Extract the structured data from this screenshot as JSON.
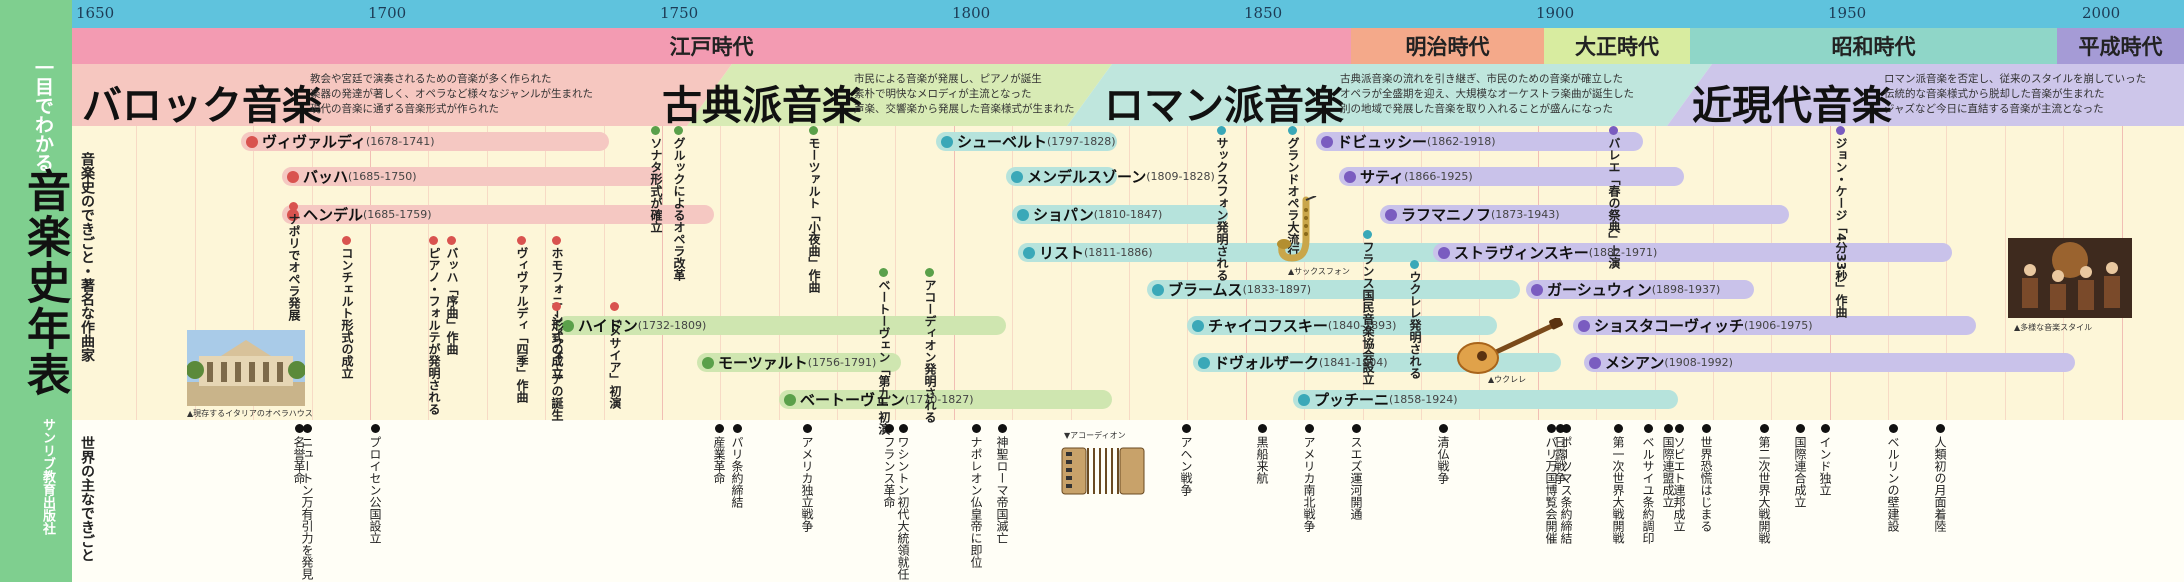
{
  "sidebar": {
    "sub": "一目でわかる",
    "title": "音楽史年表",
    "publisher": "サンリブ教育出版社",
    "label_music": "音楽史のできごと・著名な作曲家",
    "label_world": "世界の主なできごと"
  },
  "years": [
    "1650",
    "1700",
    "1750",
    "1800",
    "1850",
    "1900",
    "1950",
    "2000"
  ],
  "eras": [
    {
      "name": "江戸時代",
      "color": "#f39bb2"
    },
    {
      "name": "明治時代",
      "color": "#f4a98a"
    },
    {
      "name": "大正時代",
      "color": "#d8eca0"
    },
    {
      "name": "昭和時代",
      "color": "#8fd6c8"
    },
    {
      "name": "平成時代",
      "color": "#a59bd6"
    }
  ],
  "styles": [
    {
      "name": "バロック音楽",
      "desc": [
        "教会や宮廷で演奏されるための音楽が多く作られた",
        "楽器の発達が著しく、オペラなど様々なジャンルが生まれた",
        "現代の音楽に通ずる音楽形式が作られた"
      ]
    },
    {
      "name": "古典派音楽",
      "desc": [
        "市民による音楽が発展し、ピアノが誕生",
        "素朴で明快なメロディが主流となった",
        "声楽、交響楽から発展した音楽様式が生まれた"
      ]
    },
    {
      "name": "ロマン派音楽",
      "desc": [
        "古典派音楽の流れを引き継ぎ、市民のための音楽が確立した",
        "オペラが全盛期を迎え、大規模なオーケストラ楽曲が誕生した",
        "別の地域で発展した音楽を取り入れることが盛んになった"
      ]
    },
    {
      "name": "近現代音楽",
      "desc": [
        "ロマン派音楽を否定し、従来のスタイルを崩していった",
        "伝統的な音楽様式から脱却した音楽が生まれた",
        "ジャズなど今日に直結する音楽が主流となった"
      ]
    }
  ],
  "composers": [
    {
      "name": "ヴィヴァルディ",
      "years": "(1678-1741)",
      "color": "#f5c8c2",
      "dot": "#d9534f"
    },
    {
      "name": "バッハ",
      "years": "(1685-1750)",
      "color": "#f5c8c2",
      "dot": "#d9534f"
    },
    {
      "name": "ヘンデル",
      "years": "(1685-1759)",
      "color": "#f5c8c2",
      "dot": "#d9534f"
    },
    {
      "name": "ハイドン",
      "years": "(1732-1809)",
      "color": "#cfe6b0",
      "dot": "#5aa04a"
    },
    {
      "name": "モーツァルト",
      "years": "(1756-1791)",
      "color": "#cfe6b0",
      "dot": "#5aa04a"
    },
    {
      "name": "ベートーヴェン",
      "years": "(1770-1827)",
      "color": "#cfe6b0",
      "dot": "#5aa04a"
    },
    {
      "name": "シューベルト",
      "years": "(1797-1828)",
      "color": "#b6e3dc",
      "dot": "#3aa8b8"
    },
    {
      "name": "メンデルスゾーン",
      "years": "(1809-1828)",
      "color": "#b6e3dc",
      "dot": "#3aa8b8"
    },
    {
      "name": "ショパン",
      "years": "(1810-1847)",
      "color": "#b6e3dc",
      "dot": "#3aa8b8"
    },
    {
      "name": "リスト",
      "years": "(1811-1886)",
      "color": "#b6e3dc",
      "dot": "#3aa8b8"
    },
    {
      "name": "ブラームス",
      "years": "(1833-1897)",
      "color": "#b6e3dc",
      "dot": "#3aa8b8"
    },
    {
      "name": "チャイコフスキー",
      "years": "(1840-1893)",
      "color": "#b6e3dc",
      "dot": "#3aa8b8"
    },
    {
      "name": "ドヴォルザーク",
      "years": "(1841-1904)",
      "color": "#b6e3dc",
      "dot": "#3aa8b8"
    },
    {
      "name": "プッチーニ",
      "years": "(1858-1924)",
      "color": "#b6e3dc",
      "dot": "#3aa8b8"
    },
    {
      "name": "ドビュッシー",
      "years": "(1862-1918)",
      "color": "#c9c2ea",
      "dot": "#7a5cc0"
    },
    {
      "name": "サティ",
      "years": "(1866-1925)",
      "color": "#c9c2ea",
      "dot": "#7a5cc0"
    },
    {
      "name": "ラフマニノフ",
      "years": "(1873-1943)",
      "color": "#c9c2ea",
      "dot": "#7a5cc0"
    },
    {
      "name": "ストラヴィンスキー",
      "years": "(1882-1971)",
      "color": "#c9c2ea",
      "dot": "#7a5cc0"
    },
    {
      "name": "ガーシュウィン",
      "years": "(1898-1937)",
      "color": "#c9c2ea",
      "dot": "#7a5cc0"
    },
    {
      "name": "ショスタコーヴィッチ",
      "years": "(1906-1975)",
      "color": "#c9c2ea",
      "dot": "#7a5cc0"
    },
    {
      "name": "メシアン",
      "years": "(1908-1992)",
      "color": "#c9c2ea",
      "dot": "#7a5cc0"
    }
  ],
  "music_events": [
    {
      "text": "ナポリでオペラ発展",
      "dot": "#d9534f"
    },
    {
      "text": "コンチェルト形式の成立",
      "dot": "#d9534f"
    },
    {
      "text": "ピアノ・フォルテが発明される",
      "dot": "#d9534f"
    },
    {
      "text": "バッハ「序曲」作曲",
      "dot": "#d9534f"
    },
    {
      "text": "ヴィヴァルディ「四季」作曲",
      "dot": "#d9534f"
    },
    {
      "text": "ホモフォニー形式の成立",
      "dot": "#d9534f"
    },
    {
      "text": "シンフォニアの誕生",
      "dot": "#d9534f"
    },
    {
      "text": "「メサイア」初演",
      "dot": "#d9534f"
    },
    {
      "text": "ソナタ形式が確立",
      "dot": "#5aa04a"
    },
    {
      "text": "グルックによるオペラ改革",
      "dot": "#5aa04a"
    },
    {
      "text": "モーツァルト「小夜曲」作曲",
      "dot": "#5aa04a"
    },
    {
      "text": "ベートーヴェン「第九」初演",
      "dot": "#5aa04a"
    },
    {
      "text": "アコーディオン発明される",
      "dot": "#5aa04a"
    },
    {
      "text": "サックスフォン発明される",
      "dot": "#3aa8b8"
    },
    {
      "text": "グランドオペラ大流行",
      "dot": "#3aa8b8"
    },
    {
      "text": "フランス国民音楽協会設立",
      "dot": "#3aa8b8"
    },
    {
      "text": "ウクレレ発明される",
      "dot": "#3aa8b8"
    },
    {
      "text": "バレエ「春の祭典」上演",
      "dot": "#7a5cc0"
    },
    {
      "text": "ジョン・ケージ「4分33秒」作曲",
      "dot": "#7a5cc0"
    }
  ],
  "world_events": [
    "名誉革命",
    "ニュートン万有引力を発見",
    "プロイセン公国設立",
    "産業革命",
    "パリ条約締結",
    "アメリカ独立戦争",
    "ワシントン初代大統領就任",
    "フランス革命",
    "ナポレオン仏皇帝に即位",
    "神聖ローマ帝国滅亡",
    "アヘン戦争",
    "黒船来航",
    "アメリカ南北戦争",
    "スエズ運河開通",
    "清仏戦争",
    "日露戦争",
    "パリ万国博覧会開催",
    "ポーツマス条約締結",
    "第一次世界大戦開戦",
    "ベルサイユ条約調印",
    "国際連盟成立",
    "ソビエト連邦成立",
    "世界恐慌はじまる",
    "第二次世界大戦開戦",
    "国際連合成立",
    "インド独立",
    "ベルリンの壁建設",
    "人類初の月面着陸"
  ],
  "captions": {
    "opera": "▲現存するイタリアのオペラハウス",
    "sax": "▲サックスフォン",
    "accordion": "▼アコーディオン",
    "ukulele": "▲ウクレレ",
    "band": "▲多様な音楽スタイル"
  }
}
